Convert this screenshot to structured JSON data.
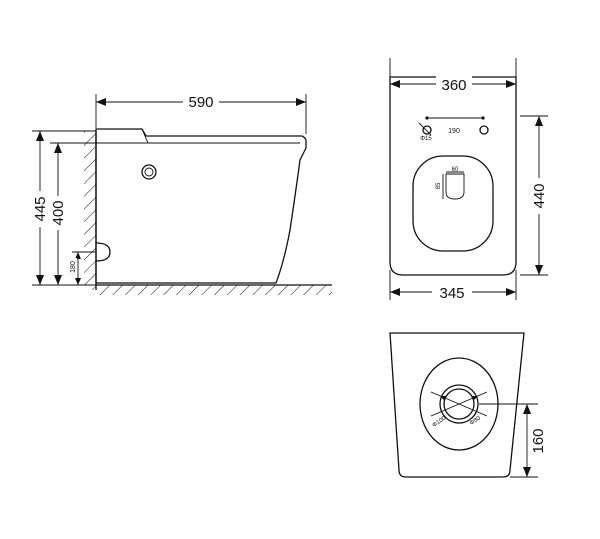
{
  "side_view": {
    "overall_length": "590",
    "total_height": "445",
    "seat_height": "400",
    "drain_height": "180"
  },
  "top_view": {
    "top_width": "360",
    "bottom_width": "345",
    "depth": "440",
    "hole_spacing": "190",
    "hole_diameter": "Φ15",
    "opening_width": "60",
    "opening_depth": "85"
  },
  "bottom_view": {
    "outlet_offset": "160",
    "outlet_outer_diameter": "Φ100",
    "outlet_inner_diameter": "Φ80"
  }
}
